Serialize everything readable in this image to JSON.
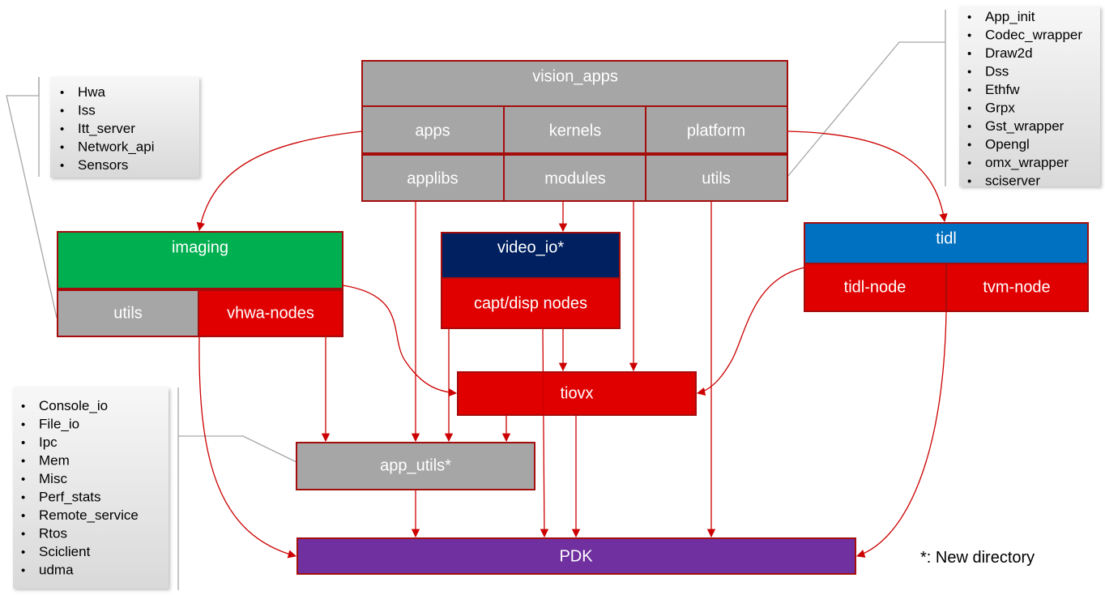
{
  "blocks": {
    "vision_apps": "vision_apps",
    "apps": "apps",
    "kernels": "kernels",
    "platform": "platform",
    "applibs": "applibs",
    "modules": "modules",
    "utils_top": "utils",
    "imaging": "imaging",
    "imaging_utils": "utils",
    "vhwa_nodes": "vhwa-nodes",
    "video_io": "video_io*",
    "capt_disp_nodes": "capt/disp nodes",
    "tidl": "tidl",
    "tidl_node": "tidl-node",
    "tvm_node": "tvm-node",
    "tiovx": "tiovx",
    "app_utils": "app_utils*",
    "pdk": "PDK"
  },
  "callouts": {
    "imaging_utils_list": [
      "Hwa",
      "Iss",
      "Itt_server",
      "Network_api",
      "Sensors"
    ],
    "platform_utils_list": [
      "App_init",
      "Codec_wrapper",
      "Draw2d",
      "Dss",
      "Ethfw",
      "Grpx",
      "Gst_wrapper",
      "Opengl",
      "omx_wrapper",
      "sciserver"
    ],
    "app_utils_list": [
      "Console_io",
      "File_io",
      "Ipc",
      "Mem",
      "Misc",
      "Perf_stats",
      "Remote_service",
      "Rtos",
      "Sciclient",
      "udma"
    ]
  },
  "legend": {
    "note": "*: New directory"
  },
  "colors": {
    "gray_block": "#a6a6a6",
    "red_block": "#e00000",
    "red_border": "#a50d0d",
    "green_block": "#00b050",
    "navy_block": "#002060",
    "blue_block": "#0070c0",
    "purple_block": "#7030a0",
    "arrow": "#cc0000"
  }
}
